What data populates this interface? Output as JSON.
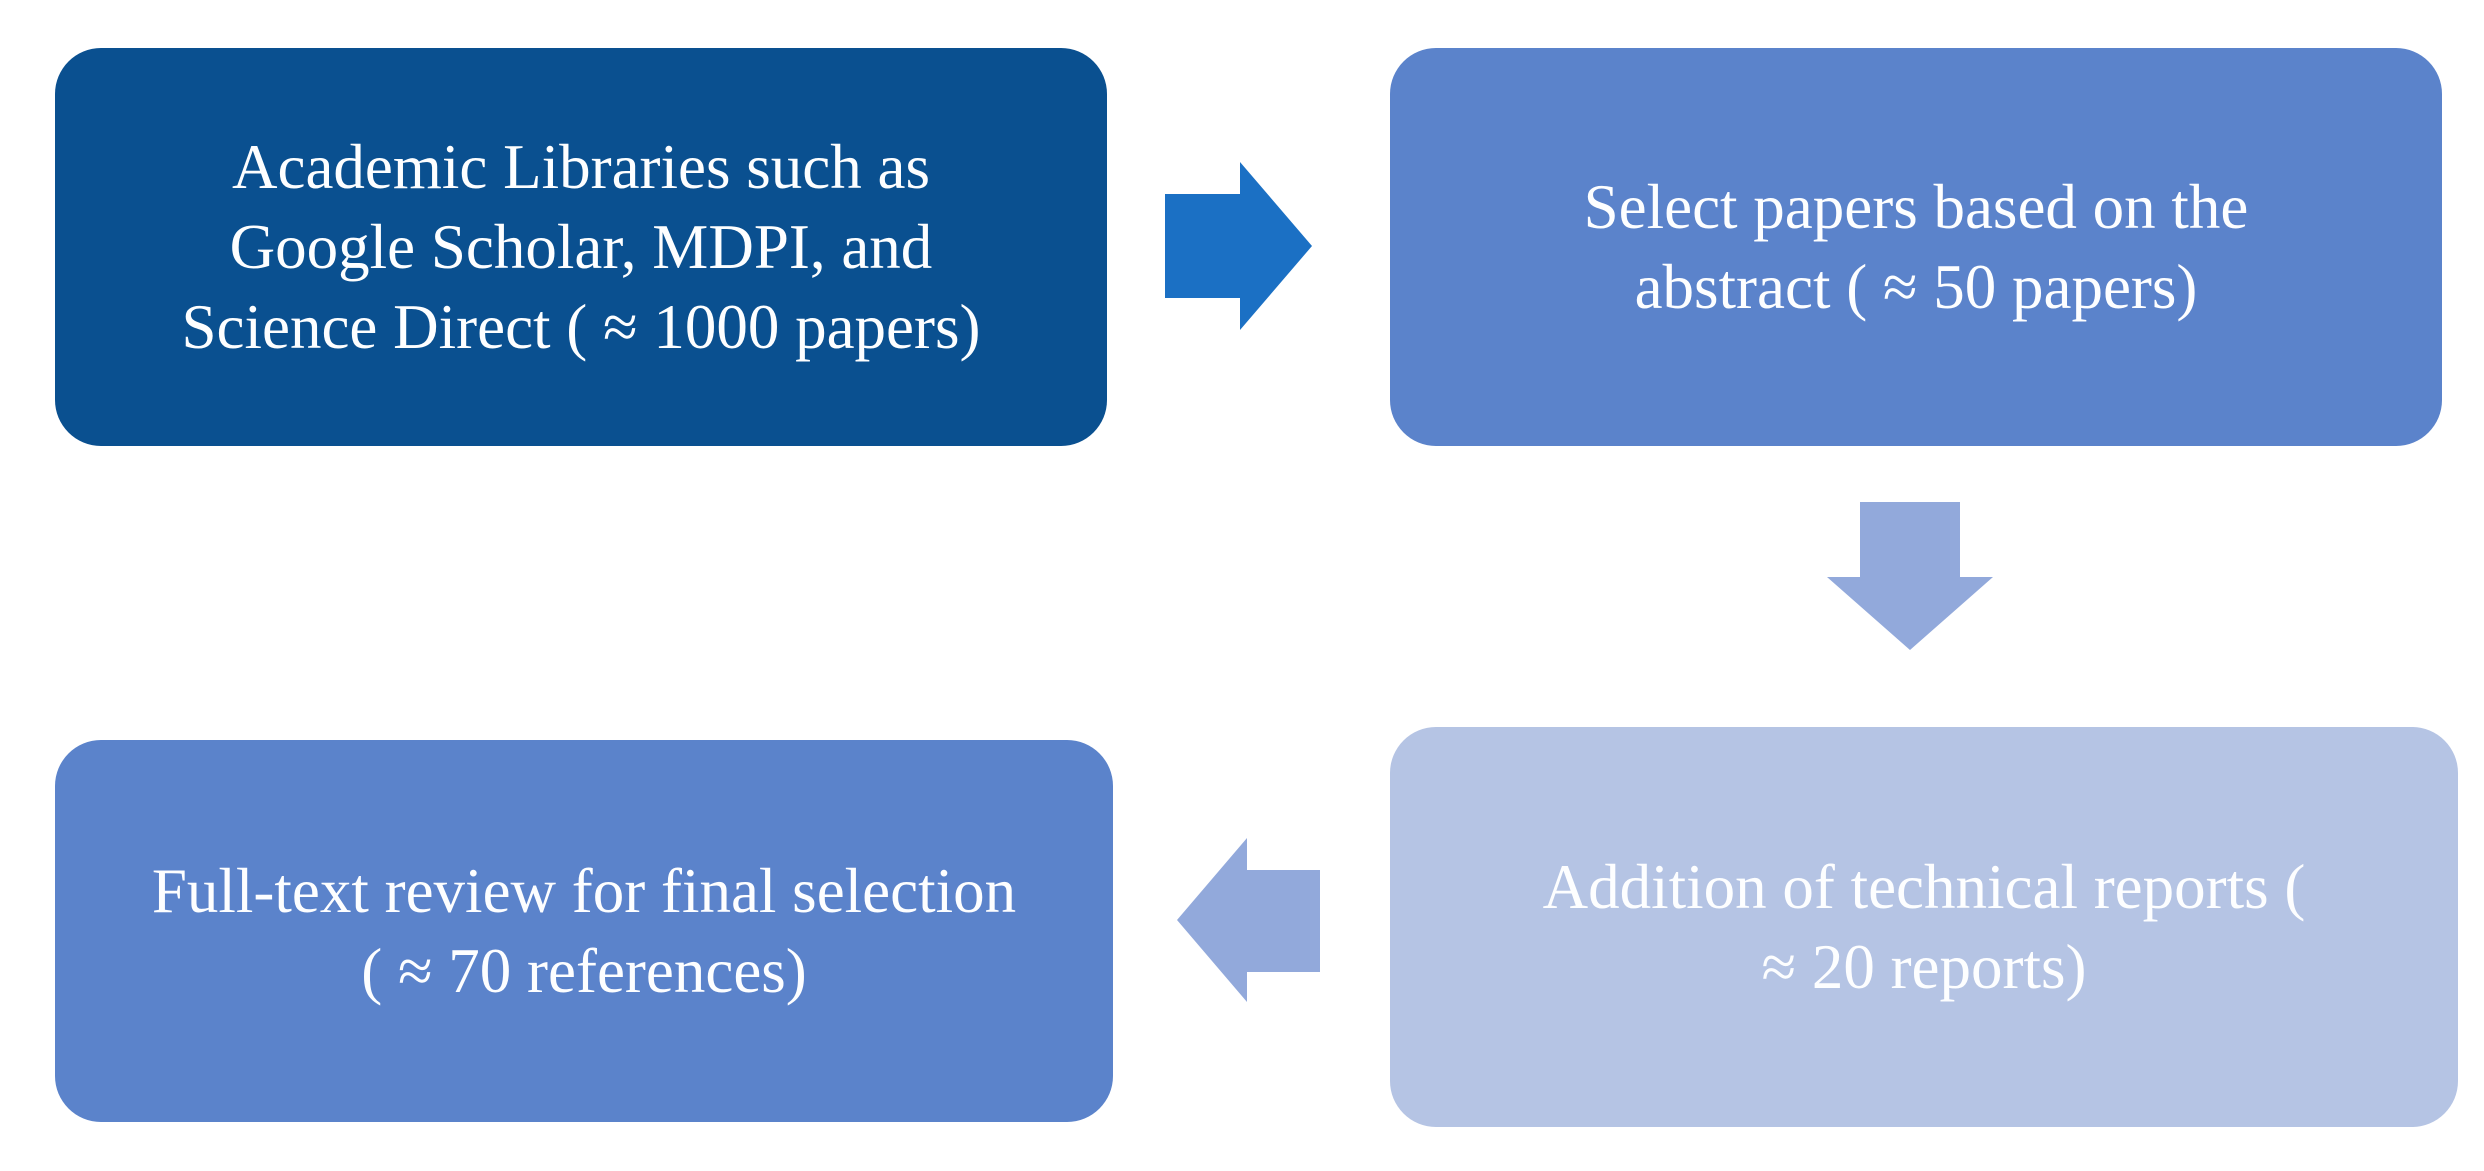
{
  "diagram": {
    "type": "flowchart",
    "steps": [
      {
        "id": "academic-libraries",
        "label": "Academic Libraries such as Google Scholar, MDPI, and Science Direct ( ≈ 1000 papers)",
        "bg": "#0A5090"
      },
      {
        "id": "abstract-selection",
        "label": "Select papers based on the abstract ( ≈ 50 papers)",
        "bg": "#5B83CB"
      },
      {
        "id": "technical-reports",
        "label": "Addition of technical reports ( ≈ 20 reports)",
        "bg": "#B5C4E4"
      },
      {
        "id": "full-text-review",
        "label": "Full-text review for final selection ( ≈ 70 references)",
        "bg": "#5B83CB"
      }
    ],
    "arrows": [
      {
        "direction": "right",
        "color": "#1B70C4"
      },
      {
        "direction": "down",
        "color": "#92A9DB"
      },
      {
        "direction": "left",
        "color": "#92A9DB"
      }
    ],
    "text_color": "#FDFEFF"
  }
}
